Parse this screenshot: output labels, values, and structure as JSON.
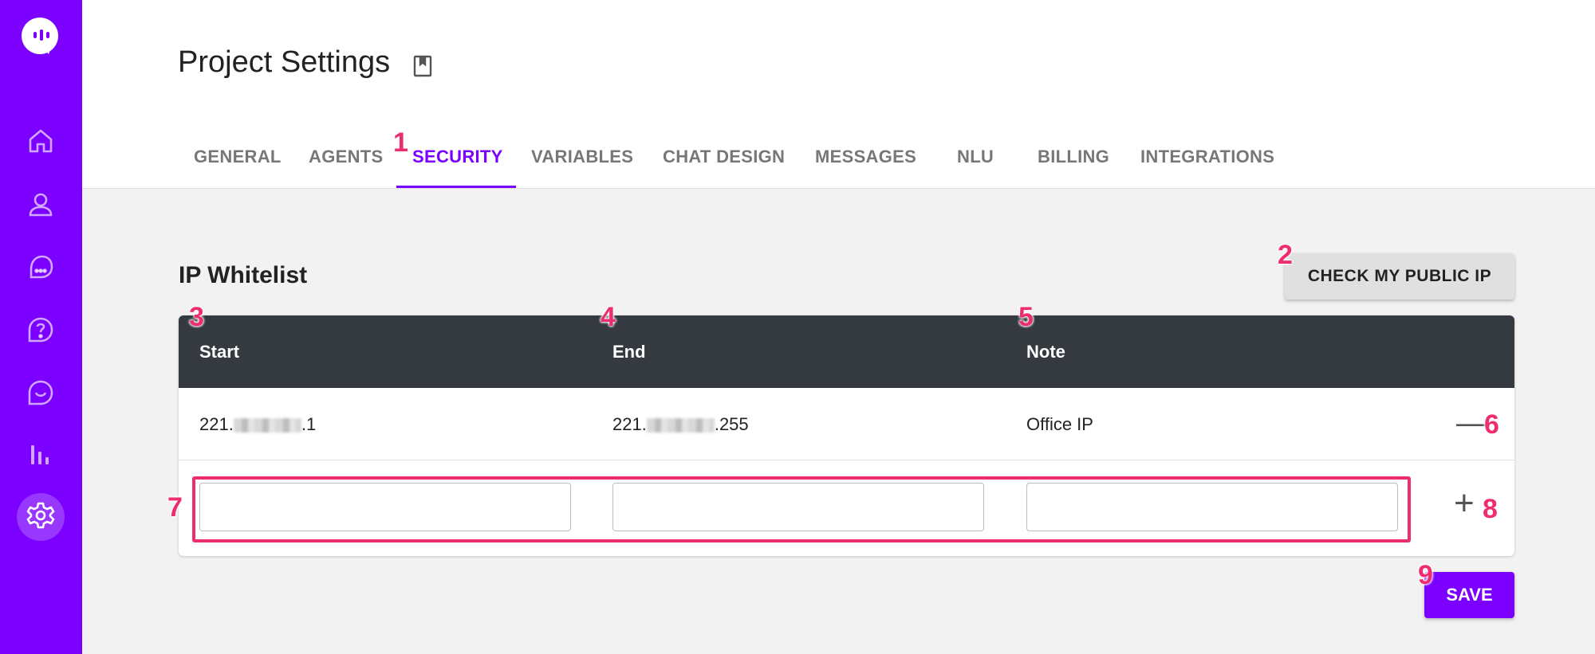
{
  "sidebar": {
    "items": [
      {
        "icon": "home-icon"
      },
      {
        "icon": "user-icon"
      },
      {
        "icon": "chat-icon"
      },
      {
        "icon": "help-icon"
      },
      {
        "icon": "smile-chat-icon"
      },
      {
        "icon": "analytics-icon"
      },
      {
        "icon": "gear-icon",
        "active": true
      }
    ]
  },
  "header": {
    "title": "Project Settings",
    "tabs": [
      {
        "label": "GENERAL"
      },
      {
        "label": "AGENTS"
      },
      {
        "label": "SECURITY",
        "active": true
      },
      {
        "label": "VARIABLES"
      },
      {
        "label": "CHAT DESIGN"
      },
      {
        "label": "MESSAGES"
      },
      {
        "label": "NLU"
      },
      {
        "label": "BILLING"
      },
      {
        "label": "INTEGRATIONS"
      }
    ]
  },
  "main": {
    "section_title": "IP Whitelist",
    "check_ip_label": "CHECK MY PUBLIC IP",
    "table": {
      "columns": [
        "Start",
        "End",
        "Note"
      ],
      "rows": [
        {
          "start_prefix": "221.",
          "start_suffix": ".1",
          "end_prefix": "221.",
          "end_suffix": ".255",
          "note": "Office IP",
          "action": "—"
        }
      ],
      "new_row": {
        "start": "",
        "end": "",
        "note": "",
        "action": "+"
      }
    },
    "save_label": "SAVE"
  },
  "annotations": [
    "1",
    "2",
    "3",
    "4",
    "5",
    "6",
    "7",
    "8",
    "9"
  ],
  "colors": {
    "accent": "#7b00ff",
    "table_header": "#343a40",
    "annotation": "#ee2d6f"
  }
}
